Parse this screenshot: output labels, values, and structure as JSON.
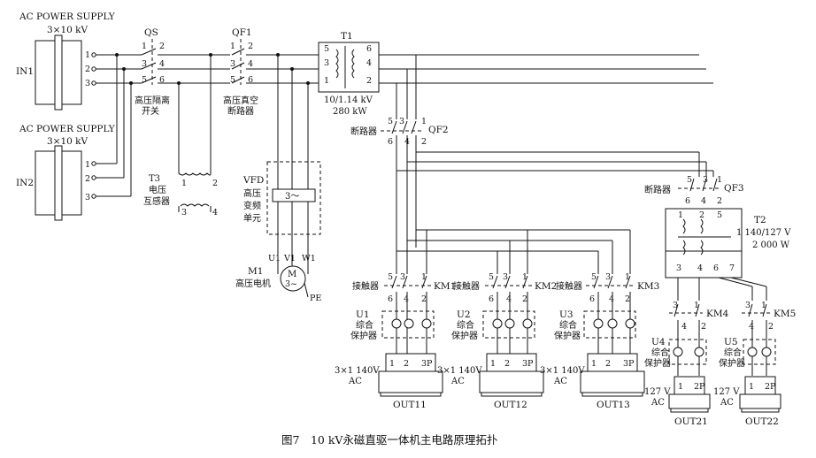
{
  "supply1": {
    "title": "AC POWER SUPPLY",
    "voltage": "3×10 kV",
    "name": "IN1"
  },
  "supply2": {
    "title": "AC POWER SUPPLY",
    "voltage": "3×10 kV",
    "name": "IN2"
  },
  "qs": {
    "name": "QS",
    "desc1": "高压隔离",
    "desc2": "开关",
    "pins": [
      "1",
      "2",
      "3",
      "4",
      "5",
      "6"
    ]
  },
  "qf1": {
    "name": "QF1",
    "desc1": "高压真空",
    "desc2": "断路器",
    "pins": [
      "1",
      "2",
      "3",
      "4",
      "5",
      "6"
    ]
  },
  "t1": {
    "name": "T1",
    "rating1": "10/1.14 kV",
    "rating2": "280 kW",
    "pins": [
      "5",
      "6",
      "3",
      "4",
      "1",
      "2"
    ]
  },
  "t3": {
    "name": "T3",
    "desc1": "电压",
    "desc2": "互感器",
    "pins": [
      "1",
      "2",
      "3",
      "4"
    ]
  },
  "vfd": {
    "name": "VFD",
    "desc1": "高压",
    "desc2": "变频",
    "desc3": "单元",
    "inner": "3～"
  },
  "m1": {
    "name": "M1",
    "desc": "高压电机",
    "symbol": "M",
    "phase": "3~",
    "terminals": [
      "U1",
      "V1",
      "W1"
    ],
    "pe": "PE"
  },
  "qf2": {
    "name": "QF2",
    "desc": "断路器",
    "pins": [
      "5",
      "3",
      "1",
      "6",
      "4",
      "2"
    ]
  },
  "qf3": {
    "name": "QF3",
    "desc": "断路器",
    "pins": [
      "5",
      "3",
      "1",
      "6",
      "4",
      "2"
    ]
  },
  "t2": {
    "name": "T2",
    "rating1": "1 140/127 V",
    "rating2": "2 000 W",
    "pins": [
      "1",
      "2",
      "5",
      "3",
      "4",
      "6",
      "7"
    ]
  },
  "contactors": [
    {
      "name": "KM1",
      "desc": "接触器",
      "pins": [
        "5",
        "3",
        "1",
        "6",
        "4",
        "2"
      ]
    },
    {
      "name": "KM2",
      "desc": "接触器",
      "pins": [
        "5",
        "3",
        "1",
        "6",
        "4",
        "2"
      ]
    },
    {
      "name": "KM3",
      "desc": "接触器",
      "pins": [
        "5",
        "3",
        "1",
        "6",
        "4",
        "2"
      ]
    },
    {
      "name": "KM4",
      "pins": [
        "3",
        "1",
        "4",
        "2"
      ]
    },
    {
      "name": "KM5",
      "pins": [
        "3",
        "1",
        "4",
        "2"
      ]
    }
  ],
  "protectors": [
    {
      "name": "U1",
      "desc1": "综合",
      "desc2": "保护器"
    },
    {
      "name": "U2",
      "desc1": "综合",
      "desc2": "保护器"
    },
    {
      "name": "U3",
      "desc1": "综合",
      "desc2": "保护器"
    },
    {
      "name": "U4",
      "desc1": "综合",
      "desc2": "保护器"
    },
    {
      "name": "U5",
      "desc1": "综合",
      "desc2": "保护器"
    }
  ],
  "outputs": [
    {
      "name": "OUT11",
      "volt": "3×1 140V",
      "ac": "AC",
      "pins": [
        "1",
        "2",
        "3P"
      ]
    },
    {
      "name": "OUT12",
      "volt": "3×1 140V",
      "ac": "AC",
      "pins": [
        "1",
        "2",
        "3P"
      ]
    },
    {
      "name": "OUT13",
      "volt": "3×1 140V",
      "ac": "AC",
      "pins": [
        "1",
        "2",
        "3P"
      ]
    },
    {
      "name": "OUT21",
      "volt": "127 V",
      "ac": "AC",
      "pins": [
        "1",
        "2P"
      ]
    },
    {
      "name": "OUT22",
      "volt": "127 V",
      "ac": "AC",
      "pins": [
        "1",
        "2P"
      ]
    }
  ],
  "in_pins": [
    "1",
    "2",
    "3"
  ],
  "caption": "图7　10 kV永磁直驱一体机主电路原理拓扑"
}
